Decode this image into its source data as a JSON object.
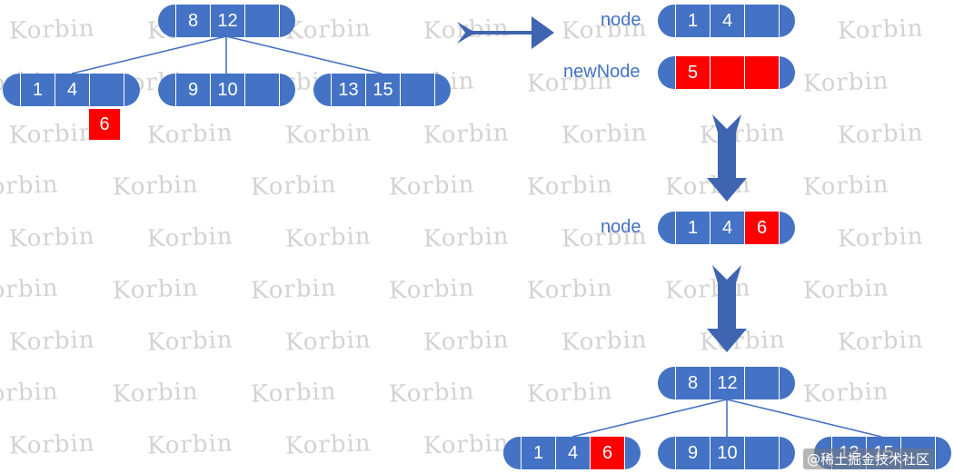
{
  "watermark": "Korbin",
  "labels": {
    "node_a": "node",
    "new_node": "newNode",
    "node_b": "node"
  },
  "left_tree": {
    "root": [
      "8",
      "12"
    ],
    "left": [
      "1",
      "4"
    ],
    "middle": [
      "9",
      "10"
    ],
    "right": [
      "13",
      "15"
    ],
    "inserted": "6"
  },
  "split_step": {
    "node": [
      "1",
      "4"
    ],
    "new_node": [
      "5"
    ]
  },
  "merged_node": [
    "1",
    "4",
    "6"
  ],
  "result_tree": {
    "root": [
      "8",
      "12"
    ],
    "left": [
      "1",
      "4",
      "6"
    ],
    "middle": [
      "9",
      "10"
    ],
    "right": [
      "13",
      "15"
    ]
  },
  "credit": "@稀土掘金技术社区",
  "colors": {
    "node": "#4472c4",
    "highlight": "#ff0000",
    "label": "#4472c4",
    "arrow": "#3f64b0"
  }
}
